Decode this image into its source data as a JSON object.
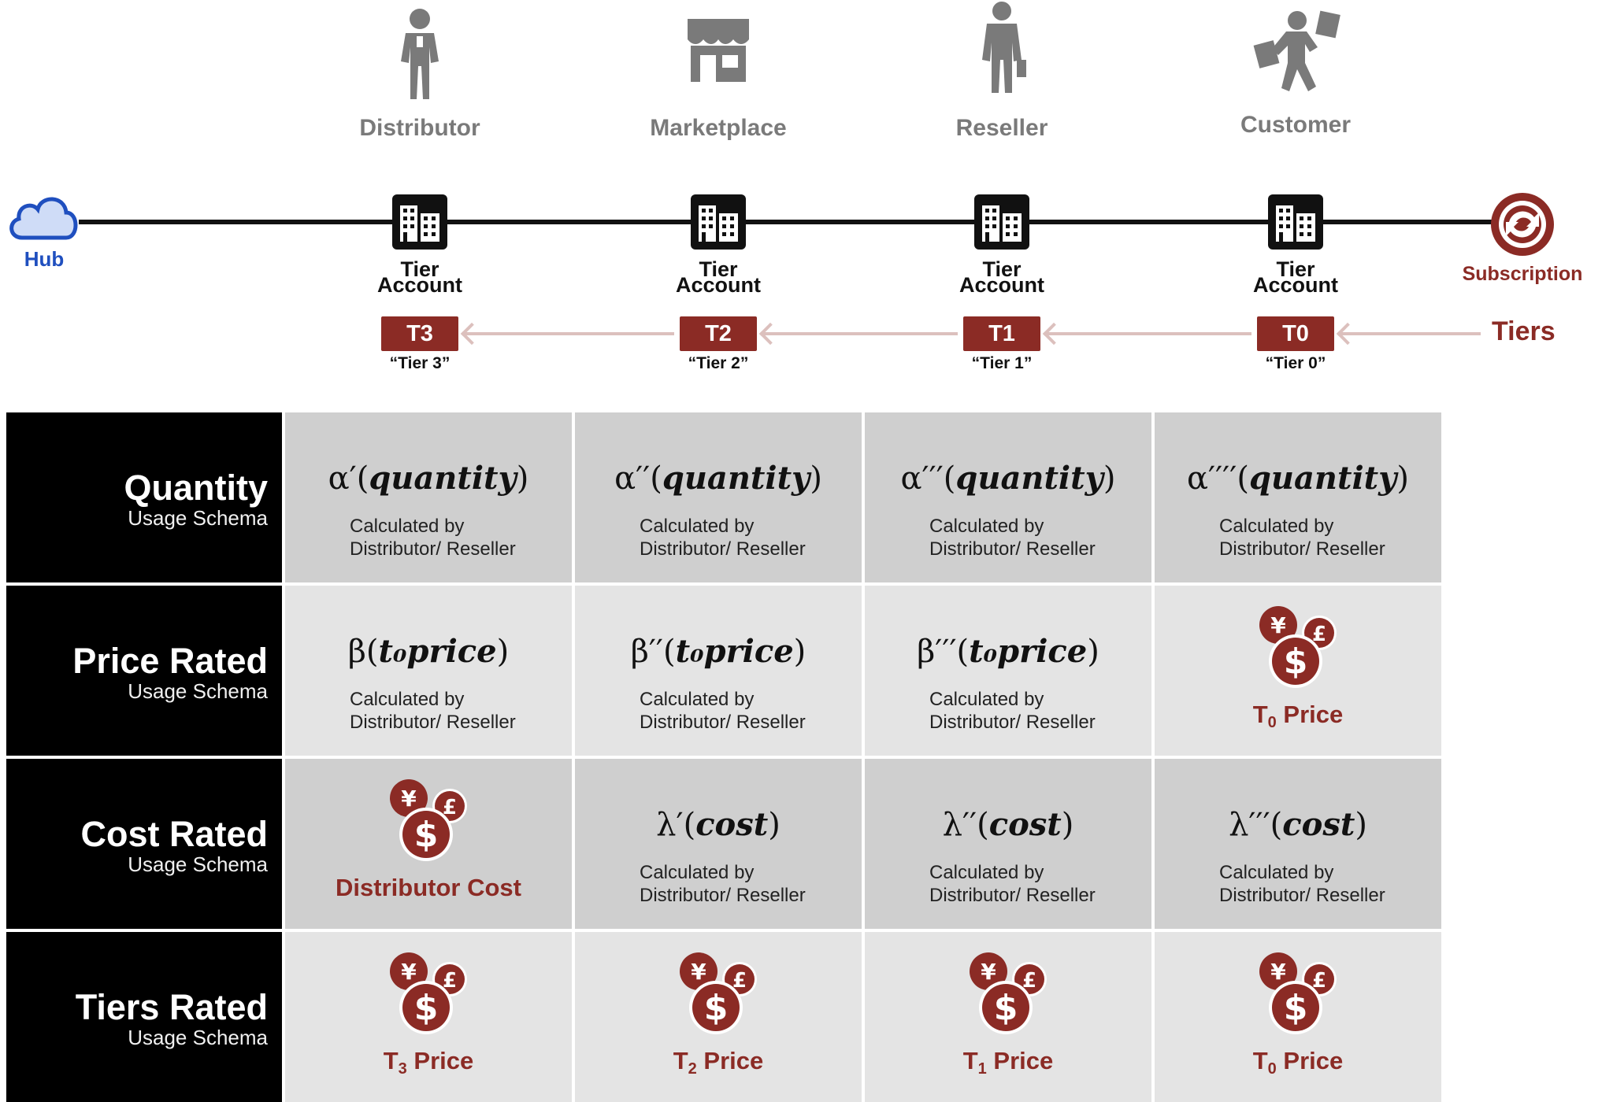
{
  "roles": [
    "Distributor",
    "Marketplace",
    "Reseller",
    "Customer"
  ],
  "hub": {
    "label": "Hub"
  },
  "subscription": {
    "label": "Subscription"
  },
  "tier_account_label": [
    "Tier",
    "Account"
  ],
  "tiers": [
    {
      "code": "T3",
      "name": "“Tier 3”"
    },
    {
      "code": "T2",
      "name": "“Tier 2”"
    },
    {
      "code": "T1",
      "name": "“Tier 1”"
    },
    {
      "code": "T0",
      "name": "“Tier 0”"
    }
  ],
  "tiers_label": "Tiers",
  "calc_text": [
    "Calculated by",
    "Distributor/ Reseller"
  ],
  "rows": [
    {
      "title": "Quantity",
      "subtitle": "Usage Schema",
      "cells": [
        {
          "kind": "formula",
          "greek": "α′",
          "arg": "quantity"
        },
        {
          "kind": "formula",
          "greek": "α′′",
          "arg": "quantity"
        },
        {
          "kind": "formula",
          "greek": "α′′′",
          "arg": "quantity"
        },
        {
          "kind": "formula",
          "greek": "α′′′′",
          "arg": "quantity"
        }
      ]
    },
    {
      "title": "Price Rated",
      "subtitle": "Usage Schema",
      "cells": [
        {
          "kind": "formula",
          "greek": "β",
          "arg": "t₀price"
        },
        {
          "kind": "formula",
          "greek": "β′′",
          "arg": "t₀price"
        },
        {
          "kind": "formula",
          "greek": "β′′′",
          "arg": "t₀price"
        },
        {
          "kind": "money",
          "label": "T",
          "sub": "0",
          "suffix": " Price"
        }
      ]
    },
    {
      "title": "Cost Rated",
      "subtitle": "Usage Schema",
      "cells": [
        {
          "kind": "money",
          "label": "Distributor Cost",
          "sub": "",
          "suffix": ""
        },
        {
          "kind": "formula",
          "greek": "λ′",
          "arg": "cost"
        },
        {
          "kind": "formula",
          "greek": "λ′′",
          "arg": "cost"
        },
        {
          "kind": "formula",
          "greek": "λ′′′",
          "arg": "cost"
        }
      ]
    },
    {
      "title": "Tiers Rated",
      "subtitle": "Usage Schema",
      "cells": [
        {
          "kind": "money",
          "label": "T",
          "sub": "3",
          "suffix": " Price"
        },
        {
          "kind": "money",
          "label": "T",
          "sub": "2",
          "suffix": " Price"
        },
        {
          "kind": "money",
          "label": "T",
          "sub": "1",
          "suffix": " Price"
        },
        {
          "kind": "money",
          "label": "T",
          "sub": "0",
          "suffix": " Price"
        }
      ]
    }
  ],
  "colors": {
    "accent": "#8b2b25",
    "icon_gray": "#7a7a7a",
    "hub_blue": "#1f4fbf",
    "cell_dark": "#cfcfcf",
    "cell_light": "#e4e4e4"
  }
}
